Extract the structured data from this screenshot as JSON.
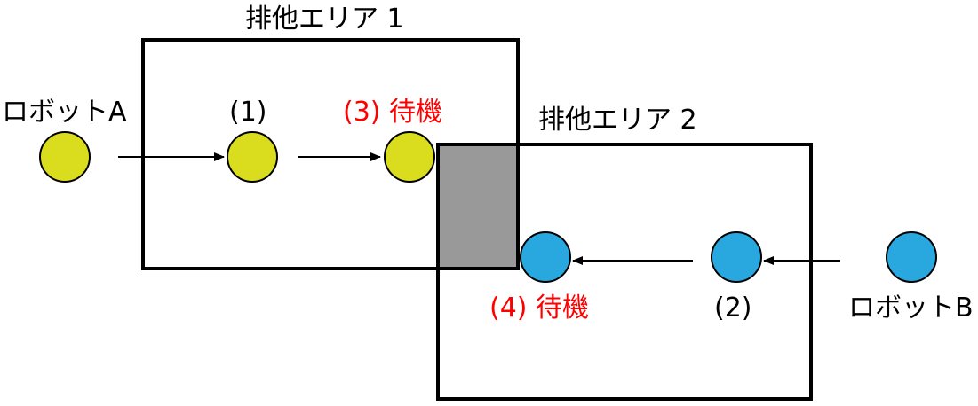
{
  "areas": {
    "area1": {
      "label": "排他エリア 1"
    },
    "area2": {
      "label": "排他エリア 2"
    },
    "overlap_color": "#999999"
  },
  "robots": {
    "robot_a": {
      "label": "ロボットA",
      "color": "#d9dd1e"
    },
    "robot_b": {
      "label": "ロボットB",
      "color": "#29a8e0"
    }
  },
  "steps": {
    "step1": {
      "label": "(1)"
    },
    "step2": {
      "label": "(2)"
    },
    "step3": {
      "label": "(3) 待機",
      "color": "#ff0000"
    },
    "step4": {
      "label": "(4) 待機",
      "color": "#ff0000"
    }
  }
}
